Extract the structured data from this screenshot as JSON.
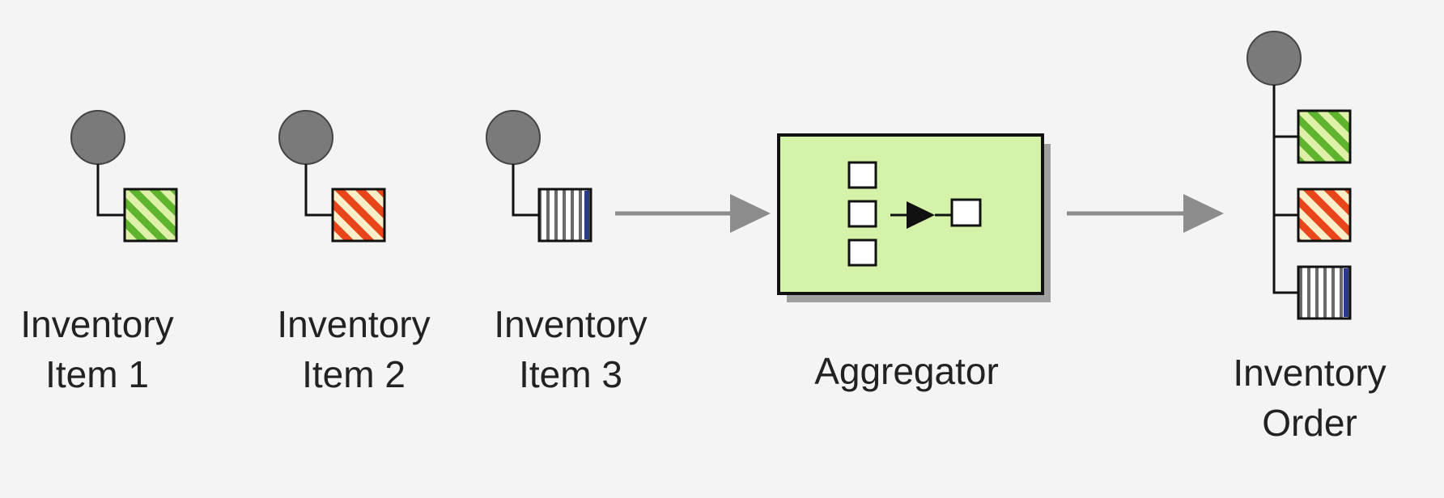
{
  "diagram": {
    "nodes": {
      "item1": {
        "line1": "Inventory",
        "line2": "Item 1",
        "icon": "green-diagonal-stripes"
      },
      "item2": {
        "line1": "Inventory",
        "line2": "Item 2",
        "icon": "red-orange-diagonal-stripes"
      },
      "item3": {
        "line1": "Inventory",
        "line2": "Item 3",
        "icon": "vertical-bars"
      },
      "aggregator": {
        "label": "Aggregator",
        "icon": "aggregator-symbol"
      },
      "order": {
        "line1": "Inventory",
        "line2": "Order",
        "icon": "message-with-three-parts"
      }
    },
    "edges": [
      {
        "from": "item3",
        "to": "aggregator"
      },
      {
        "from": "aggregator",
        "to": "order"
      }
    ],
    "colors": {
      "background": "#f4f4f4",
      "circle": "#7a7a7a",
      "green_stripe_a": "#dff0a8",
      "green_stripe_b": "#5fb42d",
      "red_stripe_a": "#fbeec9",
      "red_stripe_b": "#e8461a",
      "bar_stripe_a": "#ffffff",
      "bar_stripe_b": "#6a6a6a",
      "aggregator_fill": "#d4f2a8",
      "arrow": "#8c8c8c"
    }
  }
}
